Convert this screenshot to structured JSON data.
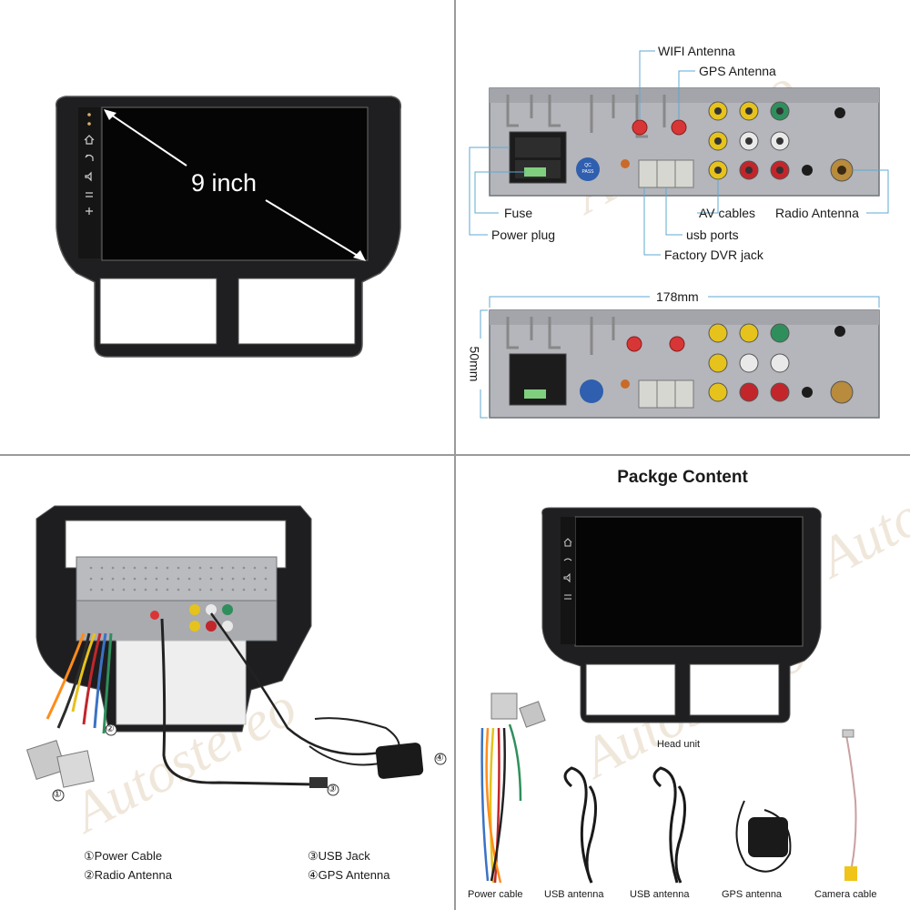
{
  "watermark": {
    "text": "Autostereo"
  },
  "screen_panel": {
    "size_label": "9 inch",
    "status_icons": [
      "home-icon",
      "back-icon",
      "volume-icon",
      "apps-icon"
    ]
  },
  "rear_panel": {
    "labels": {
      "wifi_antenna": "WIFI Antenna",
      "gps_antenna": "GPS Antenna",
      "fuse": "Fuse",
      "power_plug": "Power plug",
      "av_cables": "AV cables",
      "usb_ports": "usb ports",
      "radio_antenna": "Radio Antenna",
      "factory_dvr_jack": "Factory DVR jack"
    },
    "sticker_text": "QC PASS"
  },
  "dimensions": {
    "width": "178mm",
    "height": "50mm"
  },
  "wiring": {
    "markers": [
      "①",
      "②",
      "③",
      "④"
    ],
    "legend": [
      "①Power Cable",
      "②Radio Antenna",
      "③USB Jack",
      "④GPS Antenna"
    ]
  },
  "package": {
    "title": "Packge Content",
    "head_unit": "Head unit",
    "items": [
      "Power cable",
      "USB antenna",
      "USB antenna",
      "GPS antenna",
      "Camera cable"
    ]
  },
  "colors": {
    "rca_yellow": "#e6c21c",
    "rca_white": "#e9e9e9",
    "rca_red": "#c2262b",
    "rca_green": "#2f8f5c",
    "leader_line": "#5fa8d3"
  }
}
